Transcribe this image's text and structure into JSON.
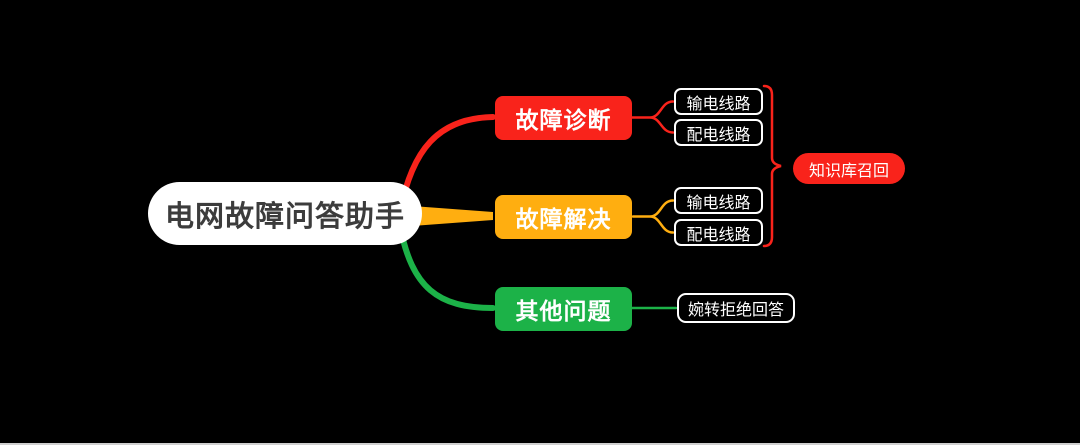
{
  "diagram": {
    "type": "mindmap",
    "background": "#000000",
    "root": {
      "label": "电网故障问答助手",
      "bg": "#FFFFFF",
      "text_color": "#3C3C3C"
    },
    "branches": [
      {
        "label": "故障诊断",
        "color": "#F9231B",
        "children": [
          {
            "label": "输电线路"
          },
          {
            "label": "配电线路"
          }
        ]
      },
      {
        "label": "故障解决",
        "color": "#FFAE10",
        "children": [
          {
            "label": "输电线路"
          },
          {
            "label": "配电线路"
          }
        ]
      },
      {
        "label": "其他问题",
        "color": "#1CB248",
        "children": [
          {
            "label": "婉转拒绝回答"
          }
        ]
      }
    ],
    "annotation": {
      "label": "知识库召回",
      "color": "#F9231B"
    }
  }
}
